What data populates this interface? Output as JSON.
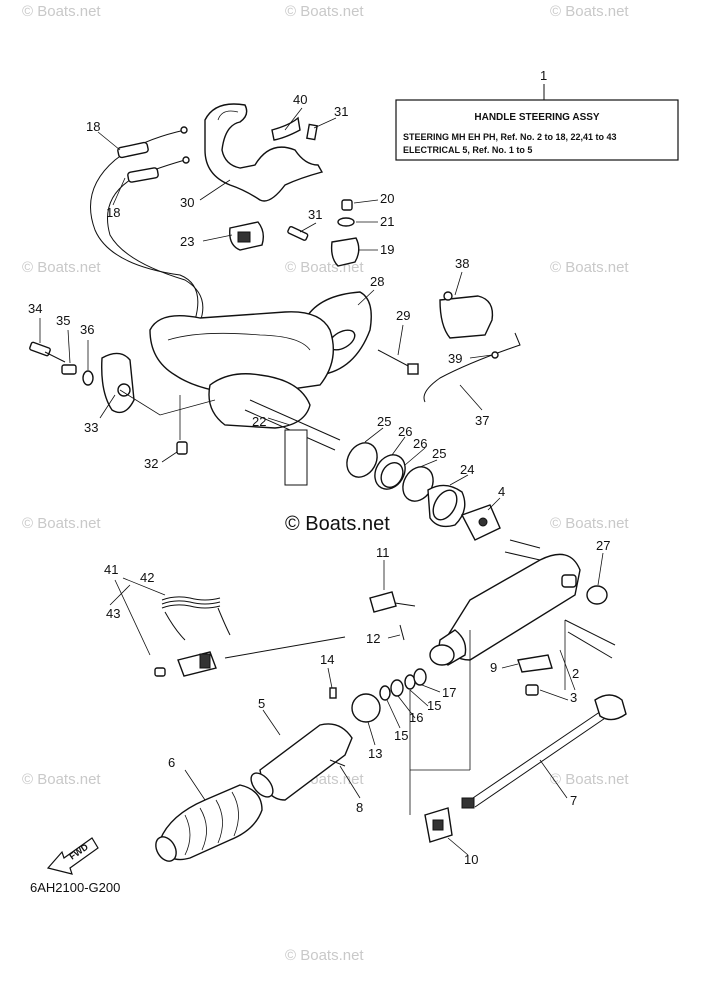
{
  "watermarks": [
    "© Boats.net",
    "© Boats.net",
    "© Boats.net",
    "© Boats.net",
    "© Boats.net",
    "© Boats.net",
    "© Boats.net",
    "© Boats.net",
    "© Boats.net",
    "© Boats.net",
    "© Boats.net",
    "© Boats.net"
  ],
  "center_watermark": "© Boats.net",
  "legend": {
    "ref": "1",
    "title": "HANDLE STEERING ASSY",
    "line1": "STEERING MH EH PH, Ref. No. 2 to 18, 22,41 to 43",
    "line2": "ELECTRICAL 5, Ref. No. 1 to 5"
  },
  "labels": {
    "p2": "2",
    "p3": "3",
    "p4": "4",
    "p5": "5",
    "p6": "6",
    "p7": "7",
    "p8": "8",
    "p9": "9",
    "p10": "10",
    "p11": "11",
    "p12": "12",
    "p13": "13",
    "p14": "14",
    "p15a": "15",
    "p15b": "15",
    "p16": "16",
    "p17": "17",
    "p18a": "18",
    "p18b": "18",
    "p19": "19",
    "p20": "20",
    "p21": "21",
    "p22": "22",
    "p23": "23",
    "p24": "24",
    "p25a": "25",
    "p25b": "25",
    "p26a": "26",
    "p26b": "26",
    "p27": "27",
    "p28": "28",
    "p29": "29",
    "p30": "30",
    "p31a": "31",
    "p31b": "31",
    "p32": "32",
    "p33": "33",
    "p34": "34",
    "p35": "35",
    "p36": "36",
    "p37": "37",
    "p38": "38",
    "p39": "39",
    "p40": "40",
    "p41": "41",
    "p42": "42",
    "p43": "43"
  },
  "fwd_label": "FWD",
  "drawing_code": "6AH2100-G200"
}
